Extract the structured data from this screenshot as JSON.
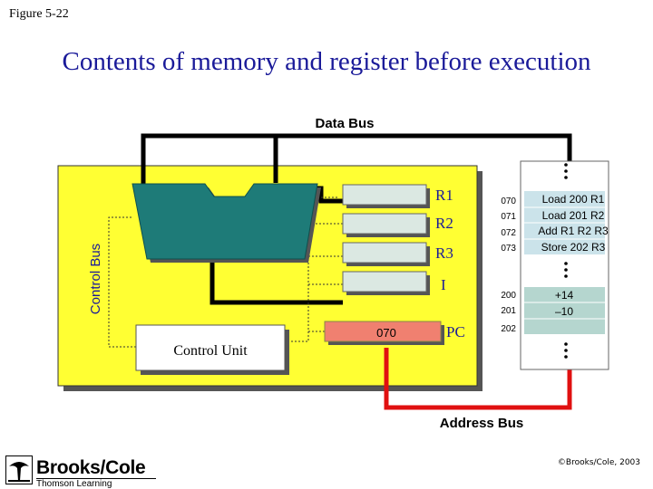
{
  "figure_label": "Figure 5-22",
  "title": "Contents of memory and register before execution",
  "buses": {
    "data": "Data  Bus",
    "control": "Control  Bus",
    "address": "Address  Bus"
  },
  "control_unit": "Control Unit",
  "registers": [
    {
      "label": "R1",
      "value": ""
    },
    {
      "label": "R2",
      "value": ""
    },
    {
      "label": "R3",
      "value": ""
    },
    {
      "label": "I",
      "value": ""
    }
  ],
  "pc": {
    "label": "PC",
    "value": "070"
  },
  "memory": [
    {
      "address": "070",
      "content": "Load 200 R1"
    },
    {
      "address": "071",
      "content": "Load 201 R2"
    },
    {
      "address": "072",
      "content": "Add R1 R2 R3"
    },
    {
      "address": "073",
      "content": "Store 202 R3"
    },
    {
      "address": "200",
      "content": "+14"
    },
    {
      "address": "201",
      "content": "–10"
    },
    {
      "address": "202",
      "content": ""
    }
  ],
  "publisher": {
    "name": "Brooks/Cole",
    "subtitle": "Thomson Learning"
  },
  "copyright": "©Brooks/Cole, 2003",
  "colors": {
    "cpu_fill": "#ffff33",
    "alu_fill": "#1e7b78",
    "register_fill": "#dbe8e2",
    "pc_fill": "#f08070",
    "memory_code_fill": "#cbe3ea",
    "memory_data_fill": "#b5d6cf",
    "address_bus": "#e01010",
    "title_color": "#1a1a99"
  }
}
